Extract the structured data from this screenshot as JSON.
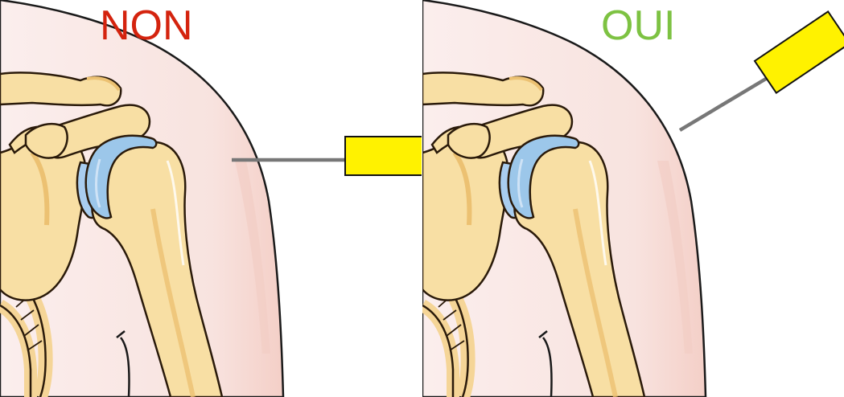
{
  "panels": [
    {
      "id": "non",
      "label": "NON"
    },
    {
      "id": "oui",
      "label": "OUI"
    }
  ],
  "colors": {
    "non_label": "#d4230e",
    "oui_label": "#7dc242",
    "skin": "#f9e6e3",
    "skin_shadow": "#f2cfc8",
    "bone": "#f8dfa4",
    "bone_dark": "#ecc172",
    "bone_outline": "#2a1a0a",
    "cartilage": "#9cc7ea",
    "cartilage_dark": "#5f9fd6",
    "electrode_pad": "#fff200",
    "lead_wire": "#777777"
  },
  "icons": [
    "electrode-pad-icon",
    "lead-wire-icon"
  ]
}
